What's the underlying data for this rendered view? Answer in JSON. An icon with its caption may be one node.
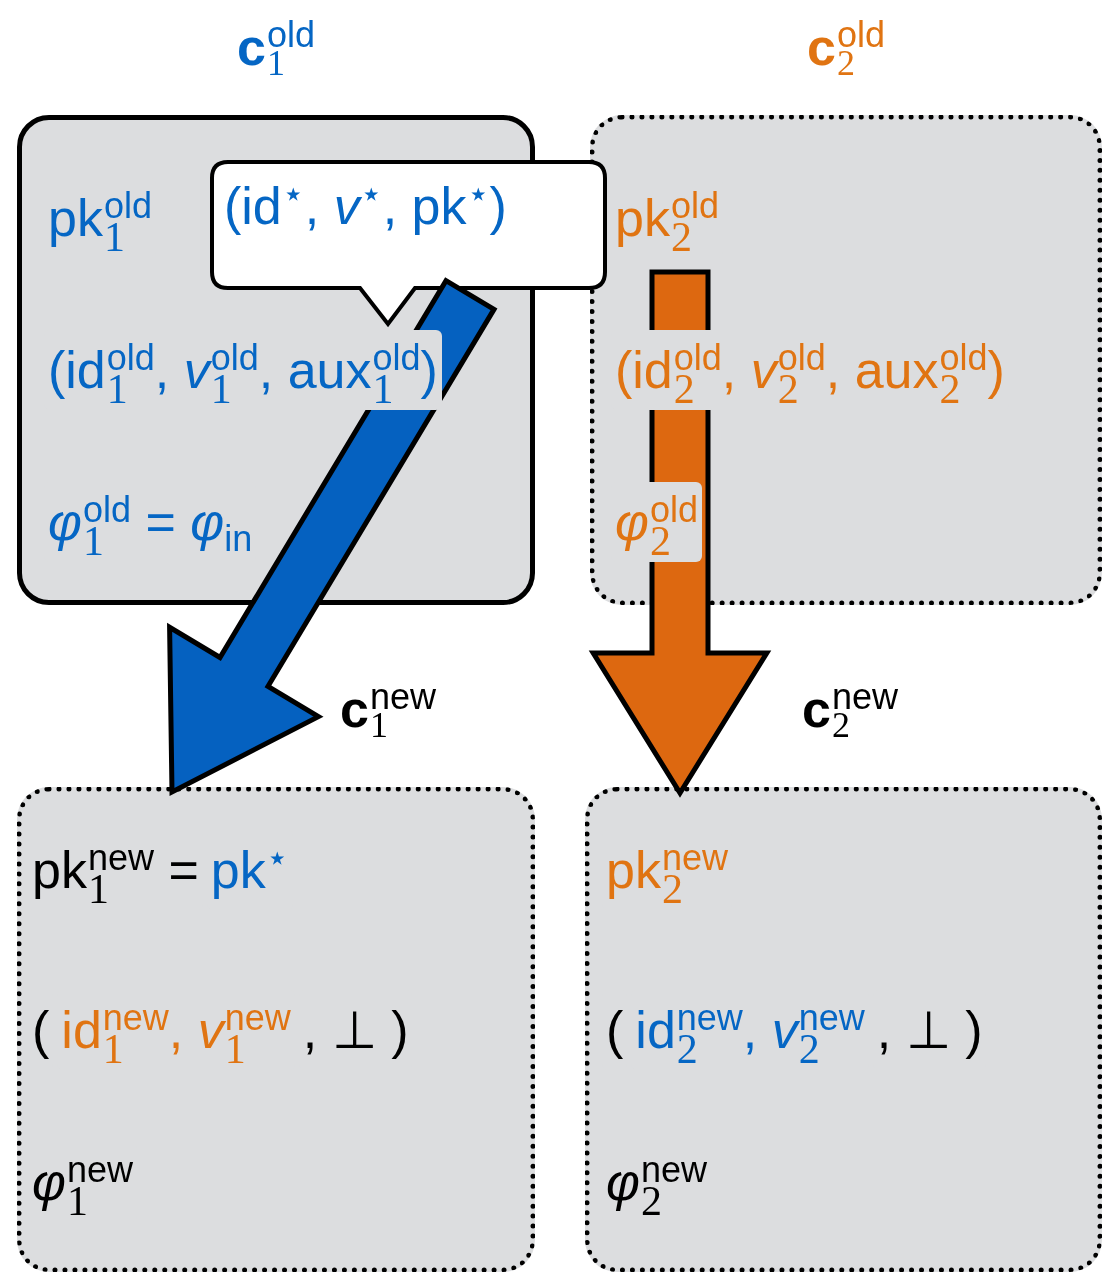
{
  "diagram": {
    "nodes": [
      {
        "text": [
          "**c**$_{1}$$^{old}$",
          "pk$_{1}$$^{old}$",
          "(id$_{1}$$^{old}$, *v*$_{1}$$^{old}$, aux$_{1}$$^{old}$)",
          "*φ*$_{1}$$^{old}$ = *φ*$_{in}$"
        ]
      },
      {
        "text": [
          "(id$^{⋆}$, *v*$^{⋆}$, pk$^{⋆}$)"
        ]
      },
      {
        "text": [
          "**c**$_{2}$$^{old}$",
          "pk$_{2}$$^{old}$",
          "(id$_{2}$$^{old}$, *v*$_{2}$$^{old}$, aux$_{2}$$^{old}$)",
          "*φ*$_{2}$$^{old}$"
        ]
      },
      {
        "text": [
          "**c**$_{1}$$^{new}$",
          "pk$_{1}$$^{new}$ =",
          "pk$^{⋆}$",
          "(",
          "id$_{1}$$^{new}$, *v*$_{1}$$^{new}$",
          ", ⊥ )",
          "*φ*$_{1}$$^{new}$"
        ]
      },
      {
        "text": [
          "**c**$_{2}$$^{new}$",
          "pk$_{2}$$^{new}$",
          "(",
          "id$_{2}$$^{new}$, *v*$_{2}$$^{new}$",
          ", ⊥ )",
          "*φ*$_{2}$$^{new}$"
        ]
      }
    ],
    "edges": [
      {
        "from": 1,
        "to": 3,
        "arrow": "to",
        "style": "thick",
        "color": "#0561c0"
      },
      {
        "from": 2,
        "to": 4,
        "arrow": "to",
        "style": "thick",
        "color": "#dd6810"
      }
    ]
  }
}
